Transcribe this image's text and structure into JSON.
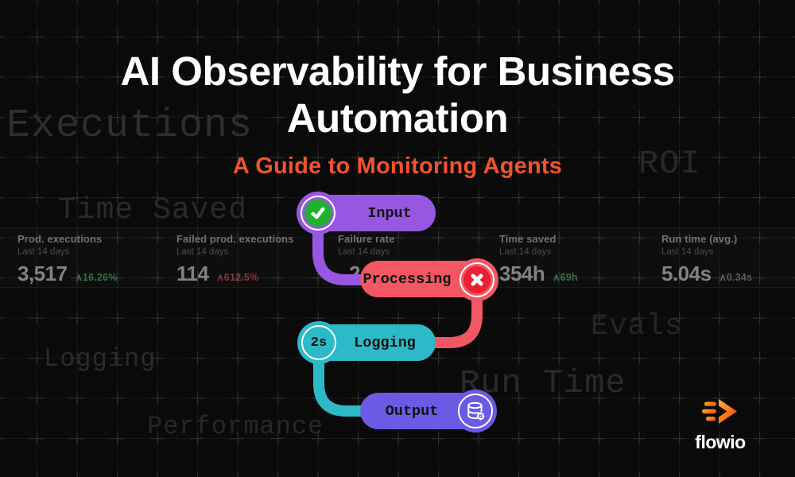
{
  "header": {
    "title_line1": "AI Observability for Business",
    "title_line2": "Automation",
    "subtitle": "A Guide to Monitoring Agents"
  },
  "background_words": {
    "executions": "Executions",
    "roi": "ROI",
    "time_saved": "Time Saved",
    "evals": "Evals",
    "logging": "Logging",
    "run_time": "Run Time",
    "performance": "Performance"
  },
  "stats": [
    {
      "label": "Prod. executions",
      "period": "Last 14 days",
      "value": "3,517",
      "delta": "∧16.26%",
      "delta_color": "green"
    },
    {
      "label": "Failed prod. executions",
      "period": "Last 14 days",
      "value": "114",
      "delta": "∧612.5%",
      "delta_color": "red"
    },
    {
      "label": "Failure rate",
      "period": "Last 14 days",
      "value": "2",
      "delta": "",
      "delta_color": ""
    },
    {
      "label": "Time saved",
      "period": "Last 14 days",
      "value": "354h",
      "delta": "∧69h",
      "delta_color": "green"
    },
    {
      "label": "Run time (avg.)",
      "period": "Last 14 days",
      "value": "5.04s",
      "delta": "∧0.34s",
      "delta_color": "gray"
    }
  ],
  "flow": {
    "nodes": [
      {
        "label": "Input",
        "badge": "check-icon"
      },
      {
        "label": "Processing",
        "badge": "x-icon"
      },
      {
        "label": "Logging",
        "badge_text": "2s"
      },
      {
        "label": "Output",
        "badge": "database-gear-icon"
      }
    ]
  },
  "logo": {
    "name": "flowio"
  },
  "colors": {
    "background": "#0a0a0a",
    "accent_orange": "#f4512e",
    "node_input_purple": "#9857e3",
    "node_processing_red": "#f25763",
    "node_logging_teal": "#2cbac9",
    "node_output_violet": "#6c59e4",
    "badge_green": "#1fb32c",
    "badge_red": "#e9202f",
    "delta_green": "#377142",
    "delta_red": "#86383f",
    "logo_orange_light": "#ffb23e",
    "logo_orange_dark": "#ef4a1c"
  }
}
